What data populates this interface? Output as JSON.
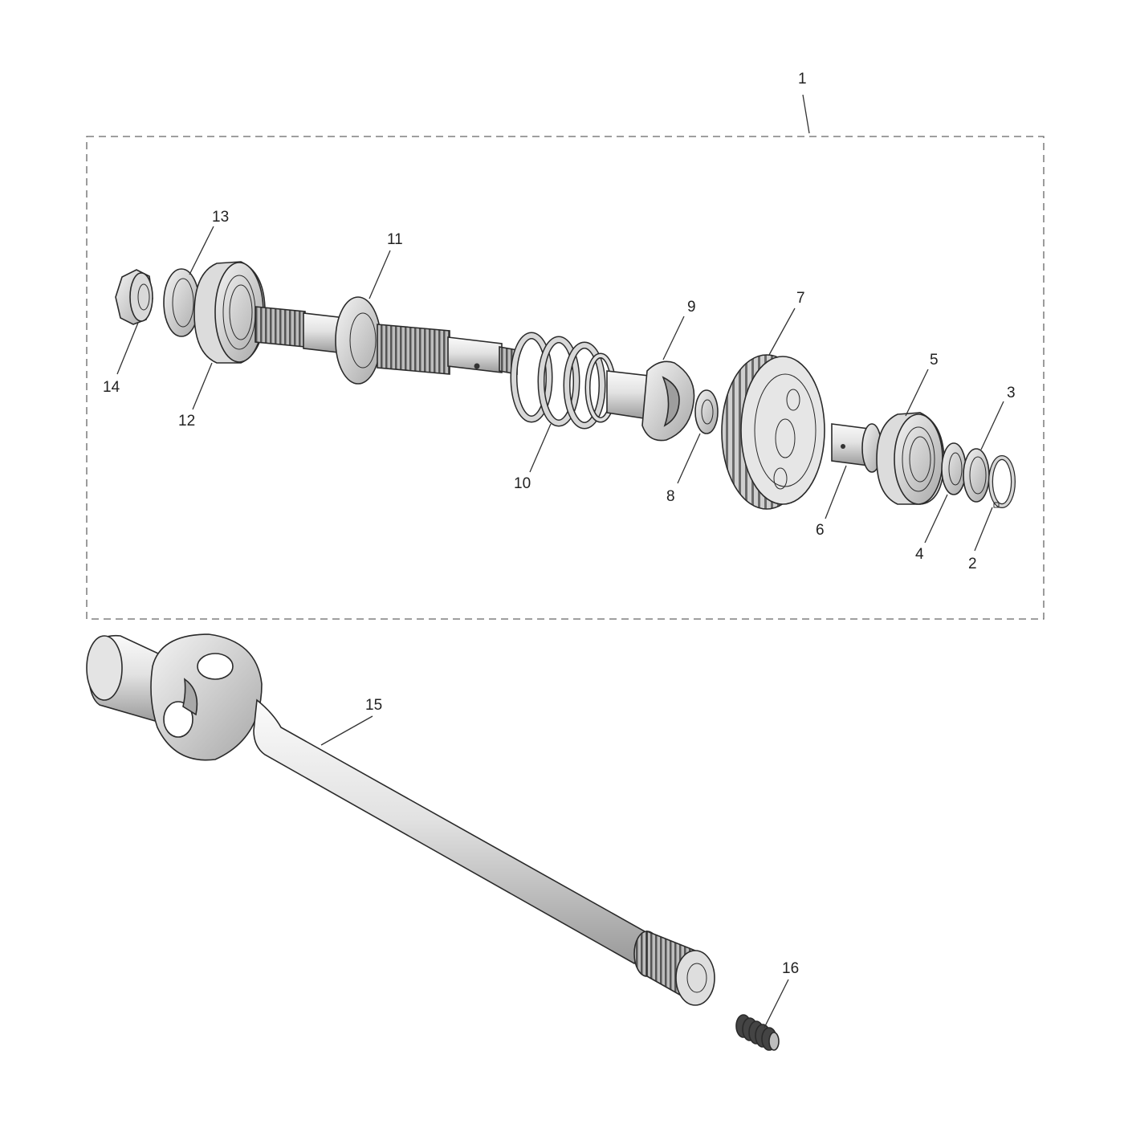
{
  "diagram": {
    "callouts": [
      {
        "id": "c1",
        "label": "1"
      },
      {
        "id": "c2",
        "label": "2"
      },
      {
        "id": "c3",
        "label": "3"
      },
      {
        "id": "c4",
        "label": "4"
      },
      {
        "id": "c5",
        "label": "5"
      },
      {
        "id": "c6",
        "label": "6"
      },
      {
        "id": "c7",
        "label": "7"
      },
      {
        "id": "c8",
        "label": "8"
      },
      {
        "id": "c9",
        "label": "9"
      },
      {
        "id": "c10",
        "label": "10"
      },
      {
        "id": "c11",
        "label": "11"
      },
      {
        "id": "c12",
        "label": "12"
      },
      {
        "id": "c13",
        "label": "13"
      },
      {
        "id": "c14",
        "label": "14"
      },
      {
        "id": "c15",
        "label": "15"
      },
      {
        "id": "c16",
        "label": "16"
      }
    ],
    "colors": {
      "line": "#2a2a2a",
      "metal_light": "#ececec",
      "metal_mid": "#c8c8c8",
      "metal_dark": "#8a8a8a",
      "background": "#ffffff"
    }
  }
}
